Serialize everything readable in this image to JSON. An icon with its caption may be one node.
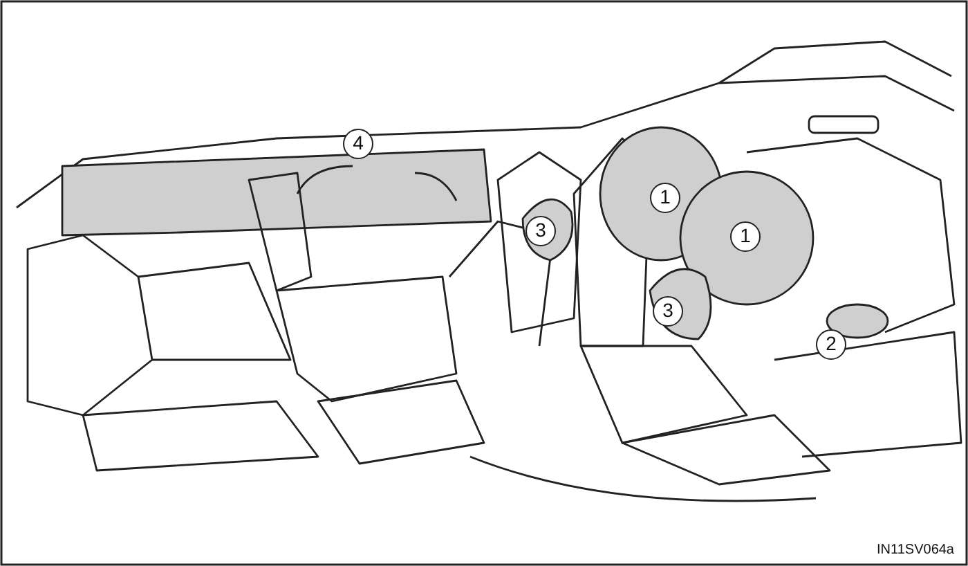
{
  "diagram": {
    "labels": [
      "4",
      "1",
      "3",
      "1",
      "3",
      "2",
      "IN11SV064a"
    ]
  }
}
